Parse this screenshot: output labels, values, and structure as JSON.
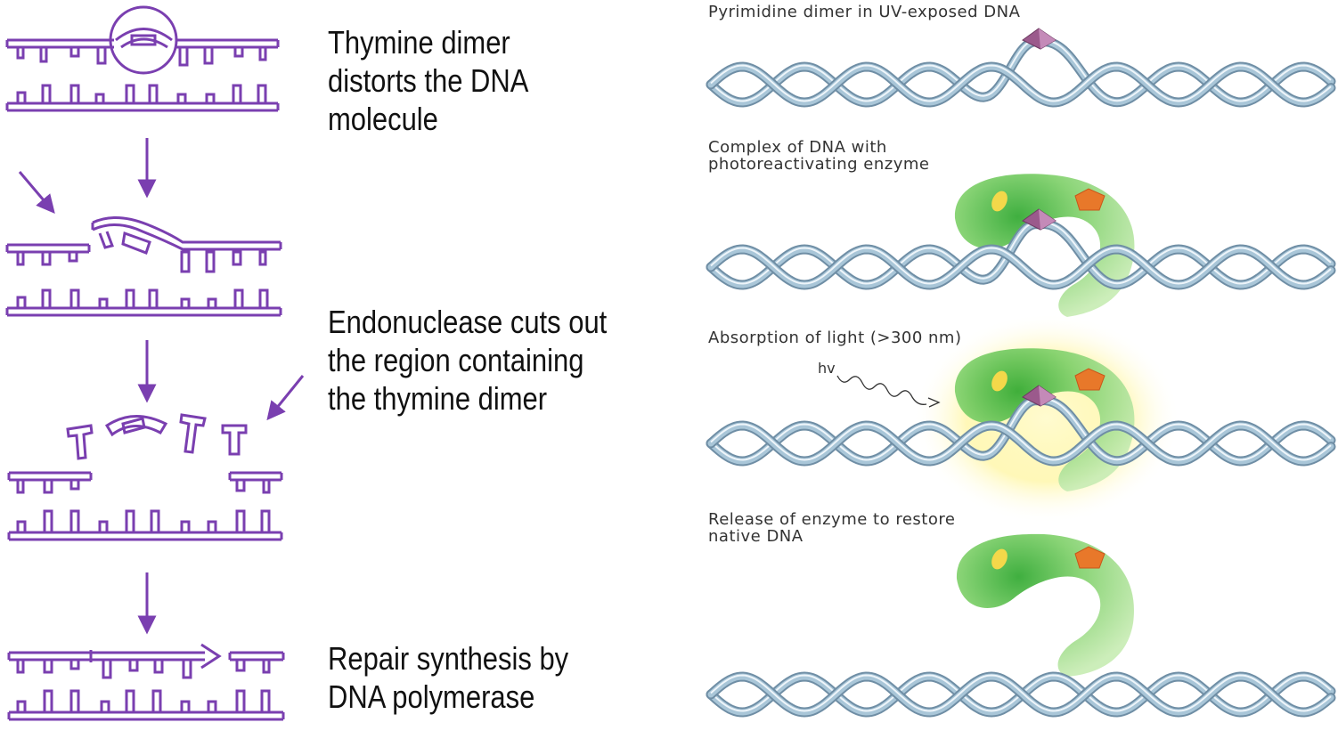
{
  "left_panel": {
    "labels": [
      {
        "lines": [
          "Thymine dimer",
          "distorts the DNA",
          "molecule"
        ]
      },
      {
        "lines": [
          "Endonuclease cuts out",
          "the region containing",
          "the thymine dimer"
        ]
      },
      {
        "lines": [
          "Repair synthesis by",
          "DNA polymerase"
        ]
      }
    ],
    "color": "#7a3fb0"
  },
  "right_panel": {
    "captions": [
      {
        "lines": [
          "Pyrimidine dimer in UV-exposed DNA"
        ]
      },
      {
        "lines": [
          "Complex of DNA with",
          "photoreactivating enzyme"
        ]
      },
      {
        "lines": [
          "Absorption of light (>300 nm)"
        ]
      },
      {
        "lines": [
          "Release of enzyme to restore",
          "native DNA"
        ]
      }
    ],
    "light_symbol": "hv",
    "helix_color": "#a9c6d8",
    "enzyme_color": "#6fcf5a",
    "dimer_color": "#9b5a8c",
    "pentagon_color": "#e8782a",
    "glow_color": "#fff59a"
  }
}
